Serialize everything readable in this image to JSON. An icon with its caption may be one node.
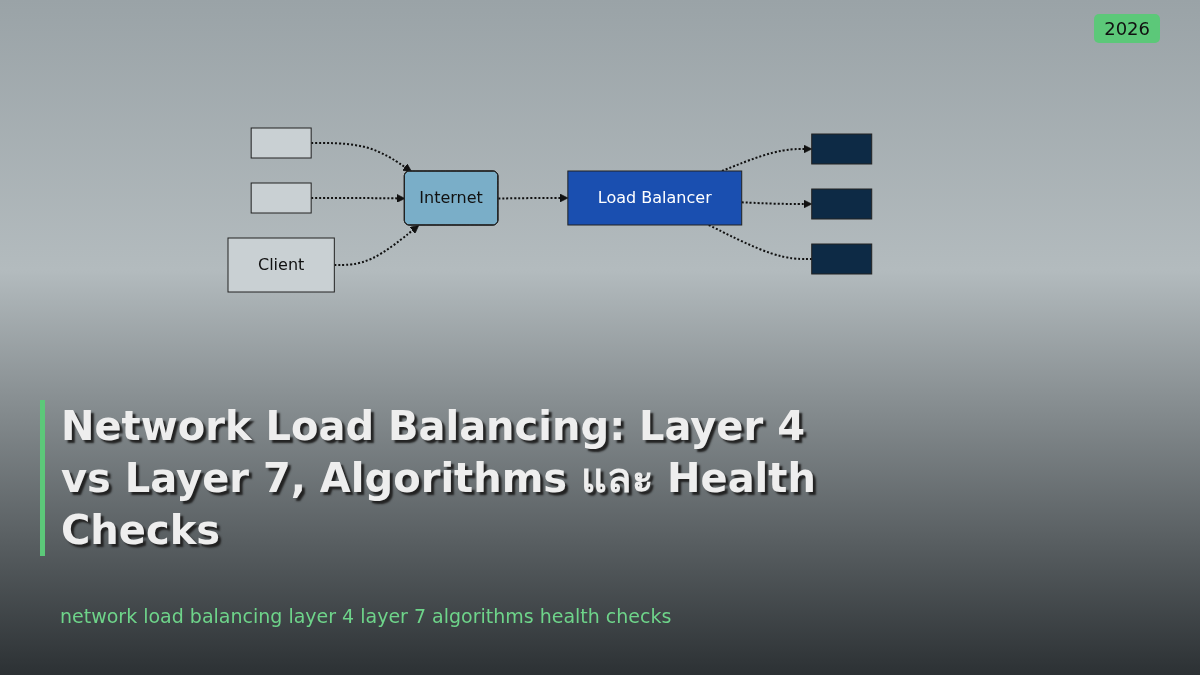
{
  "diagram": {
    "title": "Network Load Balancing: Layer 4 vs Layer 7, Algorithms และ Health Checks",
    "caption": "network load balancing layer 4 layer 7 algorithms health checks",
    "nodes": [
      {
        "text": [],
        "shape": "box"
      },
      {
        "text": [],
        "shape": "box"
      },
      {
        "text": [
          "Client"
        ]
      },
      {
        "text": [
          "Internet"
        ]
      },
      {
        "text": [
          "Load Balancer"
        ]
      },
      {
        "text": [],
        "shape": "box"
      },
      {
        "text": [],
        "shape": "box"
      },
      {
        "text": [],
        "shape": "box"
      }
    ],
    "edges": [
      {
        "from": 0,
        "to": 3,
        "arrow": "to",
        "style": "dashed"
      },
      {
        "from": 1,
        "to": 3,
        "arrow": "to",
        "style": "dashed"
      },
      {
        "from": 2,
        "to": 3,
        "arrow": "to",
        "style": "dashed"
      },
      {
        "from": 3,
        "to": 4,
        "arrow": "to",
        "style": "dashed"
      },
      {
        "from": 4,
        "to": 5,
        "arrow": "to",
        "style": "dashed"
      },
      {
        "from": 4,
        "to": 6,
        "arrow": "to",
        "style": "dashed"
      },
      {
        "from": 4,
        "to": 7,
        "arrow": "none",
        "style": "dashed"
      }
    ],
    "labels": [
      "2026"
    ]
  }
}
